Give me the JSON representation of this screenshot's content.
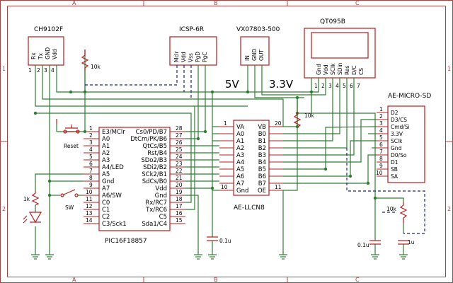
{
  "frame": {
    "cols": [
      "A",
      "B",
      "C"
    ],
    "rows": [
      "1",
      "2"
    ]
  },
  "labels": {
    "v5": "5V",
    "v33": "3.3V"
  },
  "ch9102f": {
    "name": "CH9102F",
    "pins": [
      "Rx",
      "Tx",
      "GND",
      "Vdd"
    ],
    "pin_nums": [
      "1",
      "2",
      "3",
      "4"
    ]
  },
  "icsp": {
    "name": "ICSP-6R",
    "pins": [
      "Mclr",
      "Vdd",
      "Vss",
      "PgD",
      "PgC"
    ]
  },
  "vreg": {
    "name": "VX07803-500",
    "pins": [
      "IN",
      "GND",
      "OUT"
    ]
  },
  "lcd": {
    "name": "QT095B",
    "pins": [
      "Gnd",
      "Vdd",
      "SClk",
      "SDin",
      "Res",
      "D/C",
      "CS"
    ],
    "pin_nums": [
      "1",
      "2",
      "3",
      "4",
      "5",
      "6",
      "7"
    ]
  },
  "sd": {
    "name": "AE-MICRO-SD",
    "pins": [
      "D2",
      "D3/CS",
      "Cmd/Si",
      "3.3V",
      "SClk",
      "Gnd",
      "D0/So",
      "D1",
      "SB",
      "SA"
    ],
    "pin_nums": [
      "1",
      "2",
      "3",
      "4",
      "5",
      "6",
      "7",
      "8",
      "9",
      "10"
    ]
  },
  "pic": {
    "name": "PIC16F18857",
    "left_pins": [
      "E3/MClr",
      "A0",
      "A1",
      "A2",
      "A3",
      "A4/LED",
      "A5",
      "Gnd",
      "A7",
      "A6/SW",
      "C0",
      "C1",
      "C2",
      "C3/Sck1"
    ],
    "left_nums": [
      "1",
      "2",
      "3",
      "4",
      "5",
      "6",
      "7",
      "8",
      "9",
      "10",
      "11",
      "12",
      "13",
      "14"
    ],
    "right_pins": [
      "Cs0/PD/B7",
      "DtCm/PK/B6",
      "QtCs/B5",
      "Rst/B4",
      "SDo2/B3",
      "SDi2/B2",
      "SCk2/B1",
      "SdCs/B0",
      "Vdd",
      "Gnd",
      "Rx/RC7",
      "Tx/RC6",
      "C5",
      "Sda1/C4"
    ],
    "right_nums": [
      "28",
      "27",
      "26",
      "25",
      "24",
      "23",
      "22",
      "21",
      "20",
      "19",
      "18",
      "17",
      "16",
      "15"
    ]
  },
  "llc": {
    "name": "AE-LLCN8",
    "left_pins": [
      "VA",
      "A0",
      "A1",
      "A2",
      "A3",
      "A4",
      "A5",
      "A6",
      "A7",
      "Gnd"
    ],
    "right_pins": [
      "VB",
      "B0",
      "B1",
      "B2",
      "B3",
      "B4",
      "B5",
      "B6",
      "B7",
      "OE"
    ],
    "num_va": "1",
    "num_gnd": "10",
    "num_vb": "20",
    "num_oe": "11"
  },
  "components": {
    "r10k_a": "10k",
    "r10k_b": "10k",
    "r10k_c": "10k",
    "r1k": "1k",
    "reset": "Reset",
    "sw": "SW",
    "c1": "0.1u",
    "c2": "0.1u",
    "c3": "1u"
  }
}
